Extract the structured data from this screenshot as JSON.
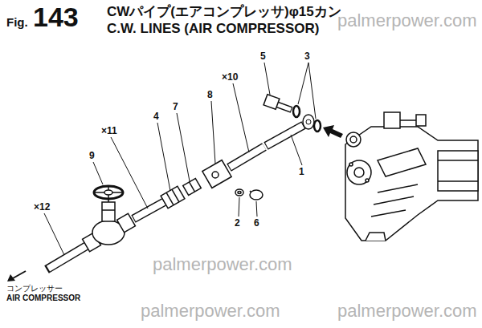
{
  "diagram": {
    "title": "CWパイプ(エアコンプレッサ)φ15カン C.W. LINES (AIR COMPRESSOR)",
    "labels": [
      "Fig.",
      "143",
      "5",
      "3",
      "×10",
      "8",
      "7",
      "4",
      "×11",
      "9",
      "×12",
      "1",
      "2",
      "6",
      "コンプレッサー",
      "AIR COMPRESSOR",
      "palmerpower.com",
      "palmerpower.com",
      "palmerpower.com",
      "palmerpower.com"
    ]
  }
}
